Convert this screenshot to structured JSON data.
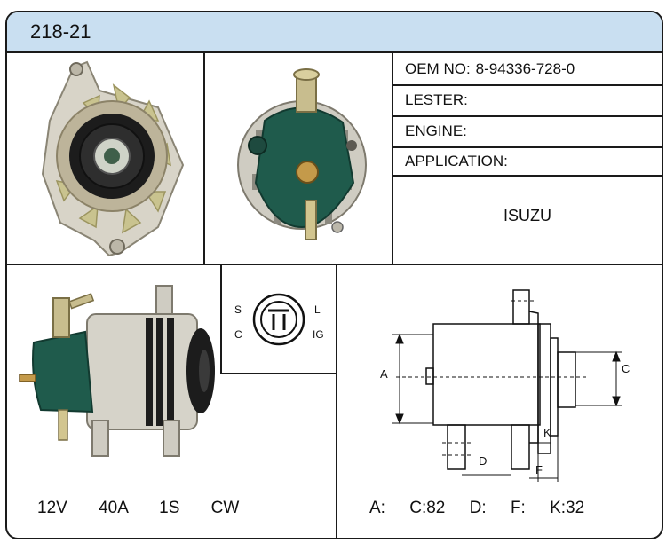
{
  "header": {
    "title": "218-21"
  },
  "info": {
    "oem_label": "OEM NO:",
    "oem_value": "8-94336-728-0",
    "lester_label": "LESTER:",
    "engine_label": "ENGINE:",
    "application_label": "APPLICATION:",
    "application_value": "ISUZU"
  },
  "specs_left": {
    "voltage": "12V",
    "amperage": "40A",
    "pulley": "1S",
    "rotation": "CW"
  },
  "connector": {
    "pin_s": "S",
    "pin_c": "C",
    "pin_l": "L",
    "pin_ig": "IG"
  },
  "dimension_labels": {
    "a": "A",
    "c": "C",
    "d": "D",
    "k": "K",
    "f": "F"
  },
  "specs_right": {
    "a": "A:",
    "c": "C:82",
    "d": "D:",
    "f": "F:",
    "k": "K:32"
  },
  "colors": {
    "header_bg": "#c9dff1",
    "border": "#1a1a1a",
    "housing_green": "#1f5b4c"
  }
}
